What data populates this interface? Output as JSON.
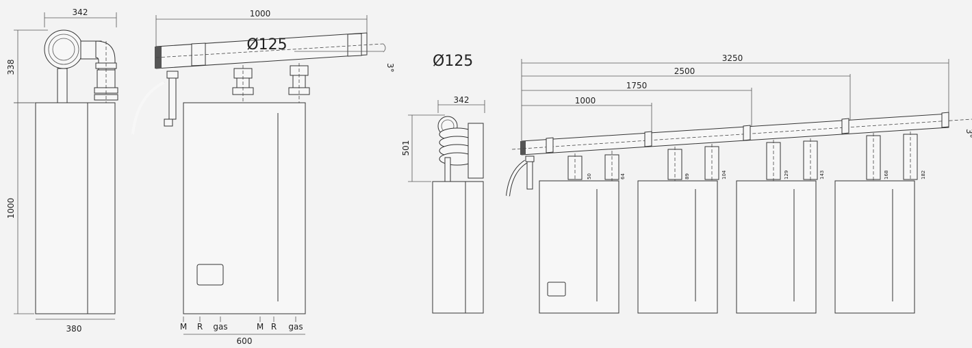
{
  "drawing": {
    "left_side": {
      "width_top": "342",
      "height_top": "338",
      "height_body": "1000",
      "depth_bottom": "380"
    },
    "front": {
      "length": "1000",
      "pipe_dia": "Ø125",
      "angle": "3°",
      "width_bottom": "600",
      "connections": [
        "M",
        "R",
        "gas",
        "M",
        "R",
        "gas"
      ]
    },
    "cascade": {
      "title": "Ø125",
      "side_width": "342",
      "side_height": "501",
      "lengths": [
        "3250",
        "2500",
        "1750",
        "1000"
      ],
      "collector_heights": [
        "50",
        "64",
        "89",
        "104",
        "129",
        "143",
        "168",
        "182"
      ],
      "angle": "3°"
    }
  }
}
